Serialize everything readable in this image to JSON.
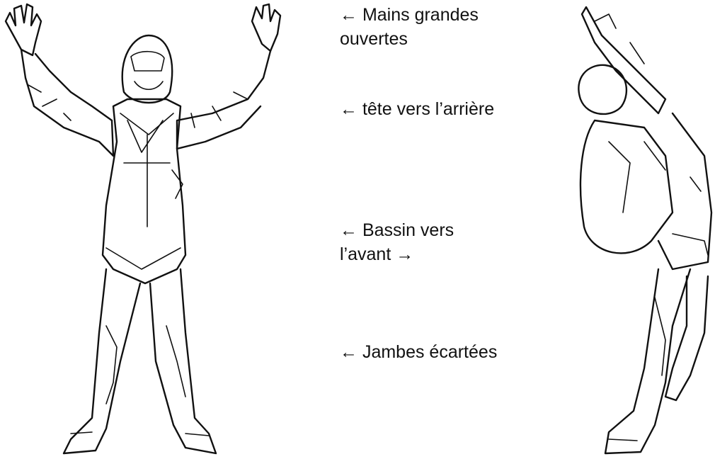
{
  "labels": {
    "hands": [
      "← Mains grandes",
      "ouvertes"
    ],
    "head": "← tête vers l’arrière",
    "hips": [
      "← Bassin vers",
      "l’avant  →"
    ],
    "legs": "← Jambes écartées"
  }
}
